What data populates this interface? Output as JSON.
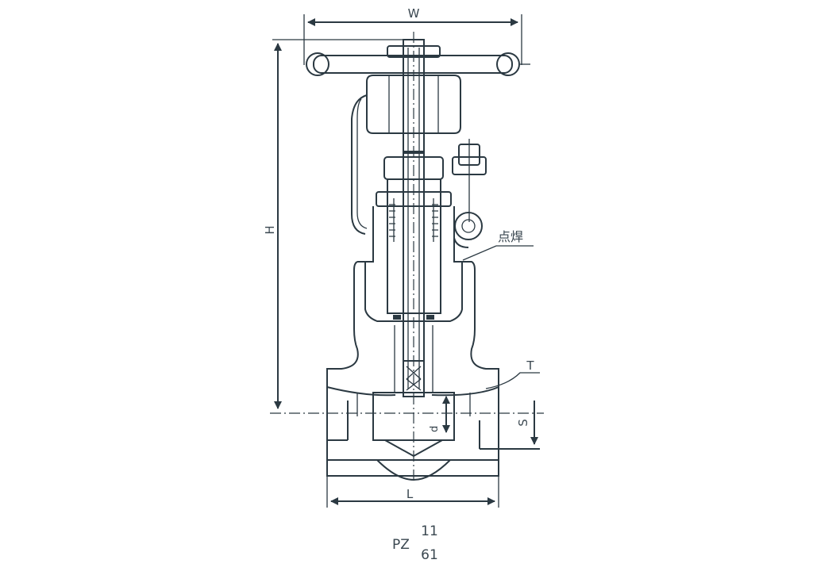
{
  "diagram": {
    "dimensions": {
      "width_label": "W",
      "height_label": "H",
      "length_label": "L",
      "thickness_label": "T",
      "socket_depth_label": "S",
      "bore_label": "d"
    },
    "annotation": "点焊",
    "model": {
      "prefix": "PZ",
      "numerator": "11",
      "denominator": "61"
    },
    "line_color": "#2b3942"
  }
}
